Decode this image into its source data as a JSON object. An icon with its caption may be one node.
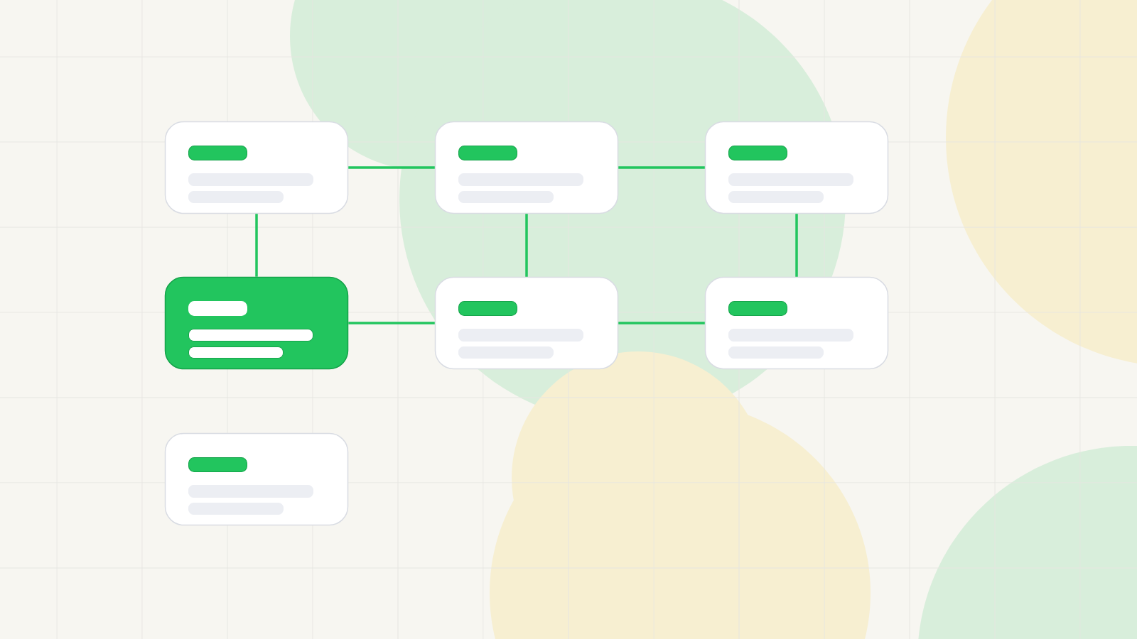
{
  "diagram": {
    "nodes": [
      {
        "text": [],
        "shape": "box"
      },
      {
        "text": [],
        "shape": "box"
      },
      {
        "text": [],
        "shape": "box"
      },
      {
        "text": [],
        "shape": "box"
      },
      {
        "text": [],
        "shape": "box"
      },
      {
        "text": [],
        "shape": "box"
      },
      {
        "text": [],
        "shape": "box"
      }
    ],
    "edges": [
      {
        "from": 0,
        "to": 1,
        "arrow": "none"
      },
      {
        "from": 1,
        "to": 2,
        "arrow": "none"
      },
      {
        "from": 0,
        "to": 3,
        "arrow": "none"
      },
      {
        "from": 1,
        "to": 4,
        "arrow": "none"
      },
      {
        "from": 2,
        "to": 5,
        "arrow": "none"
      },
      {
        "from": 3,
        "to": 4,
        "arrow": "none"
      },
      {
        "from": 4,
        "to": 5,
        "arrow": "none"
      }
    ]
  }
}
